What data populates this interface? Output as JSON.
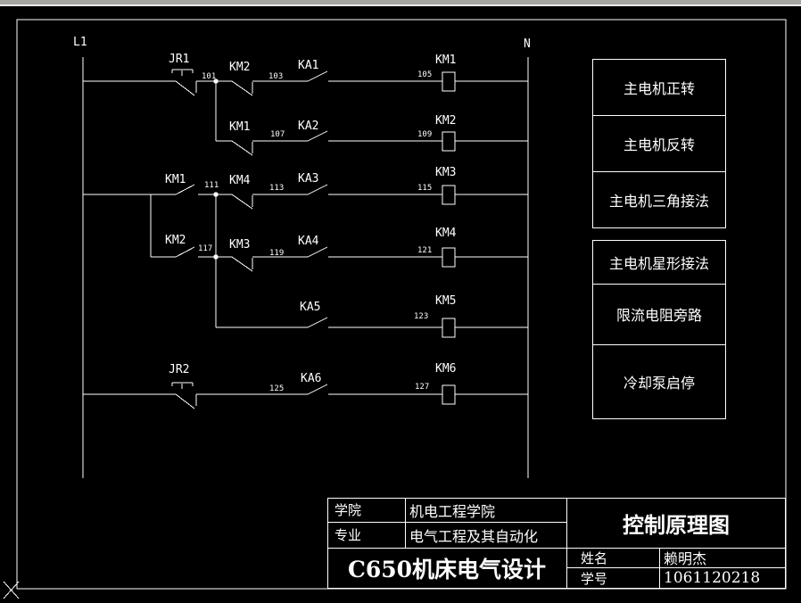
{
  "colors": {
    "background": "#000000",
    "line": "#ffffff"
  },
  "drawing": {
    "bus_left_label": "L1",
    "bus_right_label": "N",
    "rows": [
      {
        "relay": "JR1",
        "branch_contact": "KM2",
        "aux_contact": "KA1",
        "coil": "KM1",
        "wire_node": "101",
        "wire_mid": "103",
        "wire_coil": "105"
      },
      {
        "branch_contact": "KM1",
        "aux_contact": "KA2",
        "coil": "KM2",
        "wire_mid": "107",
        "wire_coil": "109"
      },
      {
        "left_contact": "KM1",
        "branch_contact": "KM4",
        "aux_contact": "KA3",
        "coil": "KM3",
        "wire_node": "111",
        "wire_mid": "113",
        "wire_coil": "115"
      },
      {
        "left_contact": "KM2",
        "branch_contact": "KM3",
        "aux_contact": "KA4",
        "coil": "KM4",
        "wire_node": "117",
        "wire_mid": "119",
        "wire_coil": "121"
      },
      {
        "aux_contact": "KA5",
        "coil": "KM5",
        "wire_coil": "123"
      },
      {
        "relay": "JR2",
        "aux_contact": "KA6",
        "coil": "KM6",
        "wire_mid": "125",
        "wire_coil": "127"
      }
    ]
  },
  "legend": {
    "items": [
      "主电机正转",
      "主电机反转",
      "主电机三角接法",
      "主电机星形接法",
      "限流电阻旁路",
      "冷却泵启停"
    ]
  },
  "title_block": {
    "college_label": "学院",
    "college_value": "机电工程学院",
    "major_label": "专业",
    "major_value": "电气工程及其自动化",
    "project_title": "C650机床电气设计",
    "drawing_title": "控制原理图",
    "name_label": "姓名",
    "name_value": "赖明杰",
    "id_label": "学号",
    "id_value": "1061120218"
  }
}
